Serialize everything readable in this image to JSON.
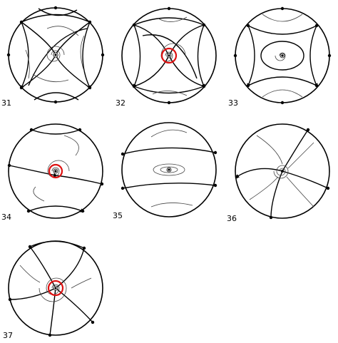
{
  "panels": [
    {
      "label": "31"
    },
    {
      "label": "32"
    },
    {
      "label": "33"
    },
    {
      "label": "34"
    },
    {
      "label": "35"
    },
    {
      "label": "36"
    },
    {
      "label": "37"
    }
  ],
  "colors": {
    "separatrix": "#000000",
    "trajectory": "#444444",
    "limit_cycle": "#dd1111"
  }
}
